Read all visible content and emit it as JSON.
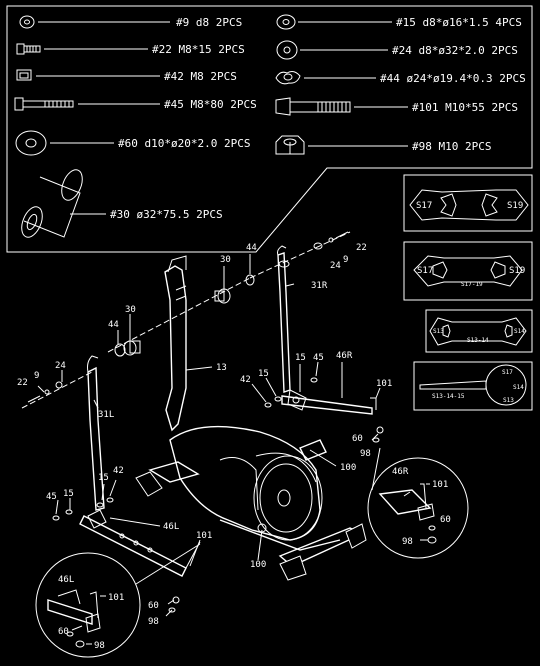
{
  "hardware_list": [
    {
      "id": "h9",
      "text": "#9 d8 2PCS"
    },
    {
      "id": "h22",
      "text": "#22 M8*15 2PCS"
    },
    {
      "id": "h42",
      "text": "#42 M8  2PCS"
    },
    {
      "id": "h45",
      "text": "#45 M8*80  2PCS"
    },
    {
      "id": "h60",
      "text": "#60 d10*ø20*2.0 2PCS"
    },
    {
      "id": "h30",
      "text": "#30 ø32*75.5 2PCS"
    },
    {
      "id": "h15",
      "text": "#15 d8*ø16*1.5 4PCS"
    },
    {
      "id": "h24",
      "text": "#24 d8*ø32*2.0 2PCS"
    },
    {
      "id": "h44",
      "text": "#44 ø24*ø19.4*0.3 2PCS"
    },
    {
      "id": "h101",
      "text": "#101 M10*55  2PCS"
    },
    {
      "id": "h98",
      "text": "#98 M10 2PCS"
    }
  ],
  "tools": {
    "wrench1": {
      "left": "S17",
      "right": "S19"
    },
    "wrench2": {
      "left": "S17",
      "right": "S19",
      "center": "S17-19"
    },
    "wrench3": {
      "left": "S13",
      "right": "S14",
      "center": "S13-14"
    },
    "wrench4": {
      "a": "S17",
      "b": "S14",
      "c": "S13",
      "center": "S13-14-15"
    }
  },
  "callouts": {
    "c44a": "44",
    "c30a": "30",
    "c24a": "24",
    "c9a": "9",
    "c22a": "22",
    "c31r": "31R",
    "c30b": "30",
    "c44b": "44",
    "c24b": "24",
    "c9b": "9",
    "c22b": "22",
    "c31l": "31L",
    "c13": "13",
    "c42a": "42",
    "c15a": "15",
    "c45a": "45",
    "c46r": "46R",
    "c101a": "101",
    "c60a": "60",
    "c98a": "98",
    "c100a": "100",
    "c45b": "45",
    "c15b": "15",
    "c15c": "15",
    "c42b": "42",
    "c46l": "46L",
    "c101b": "101",
    "c100b": "100",
    "c60b": "60",
    "c98b": "98"
  },
  "detail_left": {
    "title": "46L",
    "p101": "101",
    "p60": "60",
    "p98": "98"
  },
  "detail_right": {
    "title": "46R",
    "p101": "101",
    "p60": "60",
    "p98": "98"
  }
}
